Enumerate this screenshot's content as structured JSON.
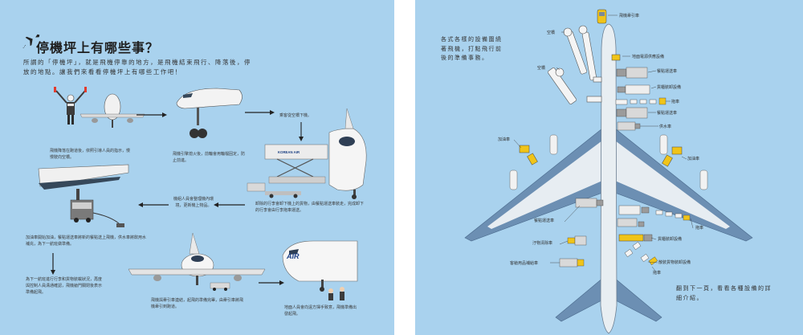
{
  "left_page": {
    "title": "停機坪上有哪些事？",
    "intro": "所謂的「停機坪」，就是飛機停靠的地方，是飛機結束飛行、降落後，停放的地點。讓我們來看看停機坪上有哪些工作吧！",
    "captions": {
      "marshal": "飛機降落在跑道後，依照引導人員的指示，慢慢駛向空橋。",
      "chock": "飛機引擎熄火後，前輪會用輪檔固定，防止前進。",
      "bridge_note": "乘客從空橋下機。",
      "baggage": "卸除的行李會卸下機上的貨物，由餐點運送車裝走，完成卸下的行李會由行李拖車運送。",
      "cleaning": "機組人員會整理機內環境，更新機上物品。",
      "fuel": "加油車開始加油，餐點運送車將新的餐點送上飛機，供水車將飲用水補充，為下一航班做準備。",
      "checkup": "為下一航班進行行李和貨物裝載狀況，再度與控制人員溝通確認，飛機艙門關閉後表示準備起飛。",
      "tug": "飛機與牽引車連結，起飛的準備完畢，由牽引車將飛機牽引到跑道。",
      "farewell": "地面人員會向遠方揮手致意，飛機準備出發起飛。"
    },
    "jet_livery": "KOREAN AIR",
    "tail_livery": "AIR"
  },
  "right_page": {
    "intro": "各式各樣的設備圍繞著飛機，打點飛行前後的準備事務。",
    "labels": {
      "bridge_1": "空橋",
      "bridge_2": "空橋",
      "tug": "飛機牽引車",
      "gpu": "地面電源供應設備",
      "catering_1": "餐點運送車",
      "cargo_loader": "貨櫃裝卸設備",
      "tractor_1": "拖車",
      "catering_2": "餐點運送車",
      "water": "供水車",
      "fuel_1": "加油車",
      "fuel_2": "加油車",
      "catering_3": "餐點運送車",
      "tractor_2": "拖車",
      "cleaning": "汙物清除車",
      "cargo_loader_2": "貨櫃裝卸設備",
      "cabin_supply": "客艙用品補給車",
      "belt_loader": "散裝貨物裝卸設備",
      "tractor_3": "拖車"
    },
    "outro": "翻到下一頁，看看各種設備的詳細介紹。"
  },
  "colors": {
    "background": "#a9d2ee",
    "fuselage": "#e8eef2",
    "wing": "#6c8fb3",
    "vehicle_yellow": "#f0c419"
  }
}
